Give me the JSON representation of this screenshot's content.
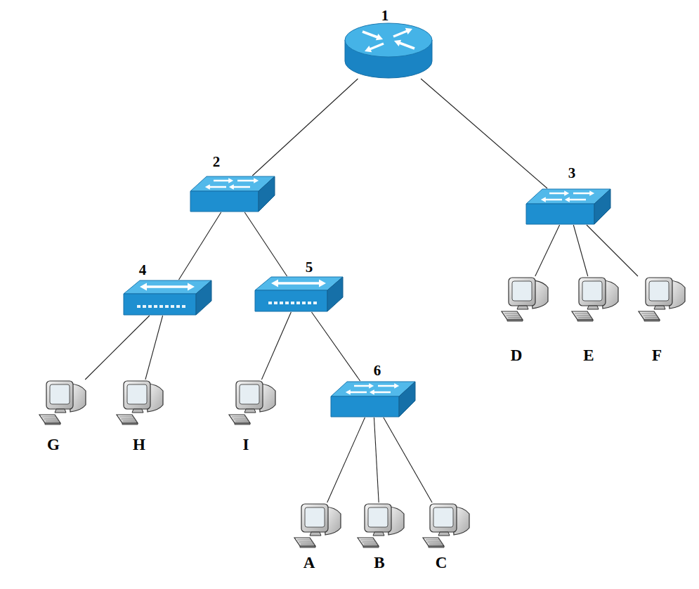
{
  "diagram": {
    "nodes": [
      {
        "text": [
          "1"
        ]
      },
      {
        "text": [
          "2"
        ]
      },
      {
        "text": [
          "3"
        ]
      },
      {
        "text": [
          "4"
        ]
      },
      {
        "text": [
          "5"
        ]
      },
      {
        "text": [
          "D"
        ]
      },
      {
        "text": [
          "E"
        ]
      },
      {
        "text": [
          "F"
        ]
      },
      {
        "text": [
          "6"
        ]
      },
      {
        "text": [
          "G"
        ]
      },
      {
        "text": [
          "H"
        ]
      },
      {
        "text": [
          "I"
        ]
      },
      {
        "text": [
          "A"
        ]
      },
      {
        "text": [
          "B"
        ]
      },
      {
        "text": [
          "C"
        ]
      }
    ],
    "edges": [
      {
        "from": 0,
        "to": 1,
        "arrow": "none"
      },
      {
        "from": 0,
        "to": 2,
        "arrow": "none"
      },
      {
        "from": 1,
        "to": 3,
        "arrow": "none"
      },
      {
        "from": 1,
        "to": 4,
        "arrow": "none"
      },
      {
        "from": 2,
        "to": 5,
        "arrow": "none"
      },
      {
        "from": 2,
        "to": 6,
        "arrow": "none"
      },
      {
        "from": 2,
        "to": 7,
        "arrow": "none"
      },
      {
        "from": 4,
        "to": 11,
        "arrow": "none"
      },
      {
        "from": 4,
        "to": 8,
        "arrow": "none"
      },
      {
        "from": 3,
        "to": 9,
        "arrow": "none"
      },
      {
        "from": 3,
        "to": 10,
        "arrow": "none"
      },
      {
        "from": 8,
        "to": 12,
        "arrow": "none"
      },
      {
        "from": 8,
        "to": 13,
        "arrow": "none"
      },
      {
        "from": 8,
        "to": 14,
        "arrow": "none"
      }
    ]
  }
}
